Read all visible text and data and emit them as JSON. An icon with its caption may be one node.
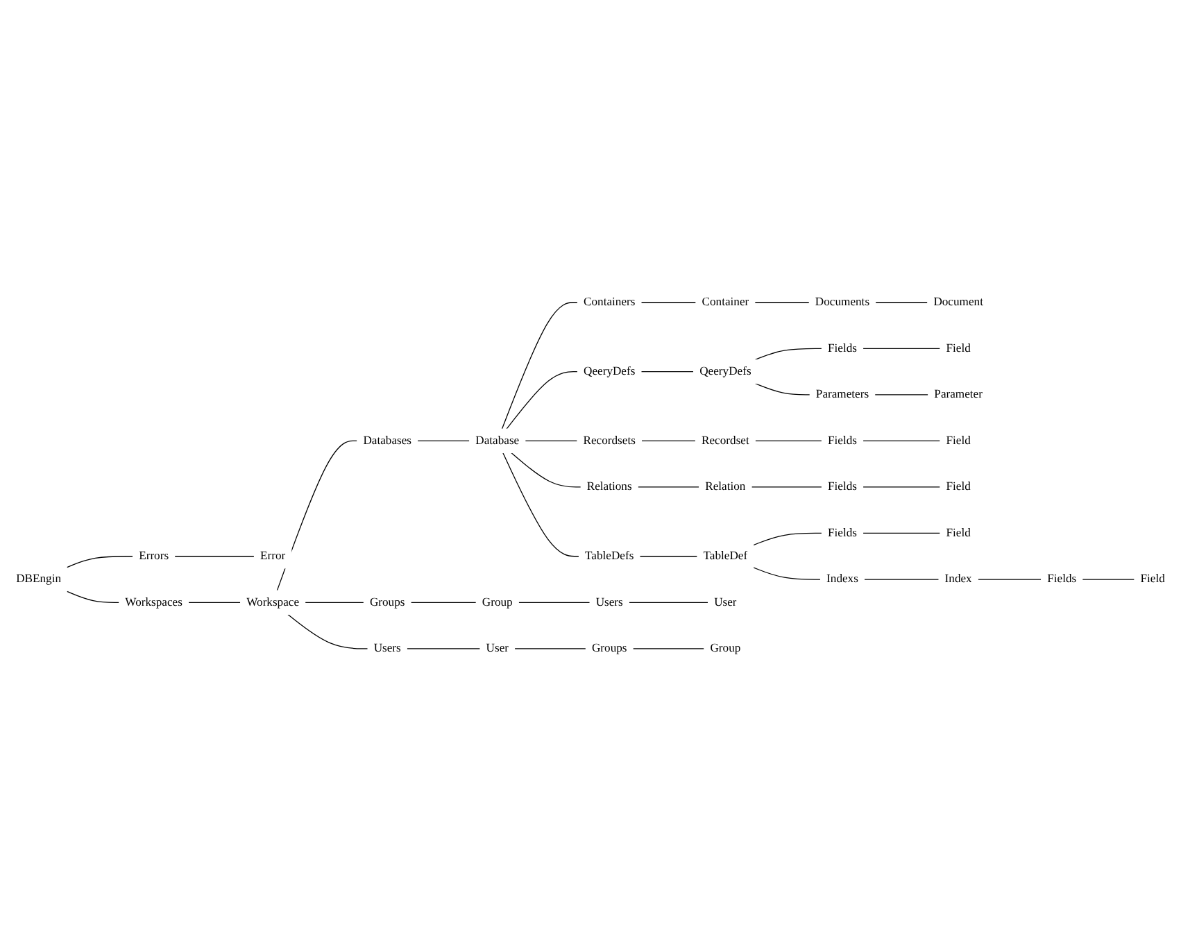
{
  "diagram": {
    "nodes": [
      {
        "text": [
          "DBEngin"
        ]
      },
      {
        "text": [
          "Errors"
        ]
      },
      {
        "text": [
          "Error"
        ]
      },
      {
        "text": [
          "Workspaces"
        ]
      },
      {
        "text": [
          "Workspace"
        ]
      },
      {
        "text": [
          "Databases"
        ]
      },
      {
        "text": [
          "Database"
        ]
      },
      {
        "text": [
          "Containers"
        ]
      },
      {
        "text": [
          "Container"
        ]
      },
      {
        "text": [
          "Documents"
        ]
      },
      {
        "text": [
          "Document"
        ]
      },
      {
        "text": [
          "QeeryDefs"
        ]
      },
      {
        "text": [
          "QeeryDefs"
        ]
      },
      {
        "text": [
          "Fields"
        ]
      },
      {
        "text": [
          "Field"
        ]
      },
      {
        "text": [
          "Parameters"
        ]
      },
      {
        "text": [
          "Parameter"
        ]
      },
      {
        "text": [
          "Recordsets"
        ]
      },
      {
        "text": [
          "Recordset"
        ]
      },
      {
        "text": [
          "Fields"
        ]
      },
      {
        "text": [
          "Field"
        ]
      },
      {
        "text": [
          "Relations"
        ]
      },
      {
        "text": [
          "Relation"
        ]
      },
      {
        "text": [
          "Fields"
        ]
      },
      {
        "text": [
          "Field"
        ]
      },
      {
        "text": [
          "TableDefs"
        ]
      },
      {
        "text": [
          "TableDef"
        ]
      },
      {
        "text": [
          "Fields"
        ]
      },
      {
        "text": [
          "Field"
        ]
      },
      {
        "text": [
          "Indexs"
        ]
      },
      {
        "text": [
          "Index"
        ]
      },
      {
        "text": [
          "Fields"
        ]
      },
      {
        "text": [
          "Field"
        ]
      },
      {
        "text": [
          "Groups"
        ]
      },
      {
        "text": [
          "Group"
        ]
      },
      {
        "text": [
          "Users"
        ]
      },
      {
        "text": [
          "User"
        ]
      },
      {
        "text": [
          "Users"
        ]
      },
      {
        "text": [
          "User"
        ]
      },
      {
        "text": [
          "Groups"
        ]
      },
      {
        "text": [
          "Group"
        ]
      }
    ],
    "edges": [
      {
        "from": 0,
        "to": 1,
        "arrow": "none"
      },
      {
        "from": 1,
        "to": 2,
        "arrow": "none"
      },
      {
        "from": 0,
        "to": 3,
        "arrow": "none"
      },
      {
        "from": 3,
        "to": 4,
        "arrow": "none"
      },
      {
        "from": 4,
        "to": 5,
        "arrow": "none"
      },
      {
        "from": 5,
        "to": 6,
        "arrow": "none"
      },
      {
        "from": 6,
        "to": 7,
        "arrow": "none"
      },
      {
        "from": 7,
        "to": 8,
        "arrow": "none"
      },
      {
        "from": 8,
        "to": 9,
        "arrow": "none"
      },
      {
        "from": 9,
        "to": 10,
        "arrow": "none"
      },
      {
        "from": 6,
        "to": 11,
        "arrow": "none"
      },
      {
        "from": 11,
        "to": 12,
        "arrow": "none"
      },
      {
        "from": 12,
        "to": 13,
        "arrow": "none"
      },
      {
        "from": 13,
        "to": 14,
        "arrow": "none"
      },
      {
        "from": 12,
        "to": 15,
        "arrow": "none"
      },
      {
        "from": 15,
        "to": 16,
        "arrow": "none"
      },
      {
        "from": 6,
        "to": 17,
        "arrow": "none"
      },
      {
        "from": 17,
        "to": 18,
        "arrow": "none"
      },
      {
        "from": 18,
        "to": 19,
        "arrow": "none"
      },
      {
        "from": 19,
        "to": 20,
        "arrow": "none"
      },
      {
        "from": 6,
        "to": 21,
        "arrow": "none"
      },
      {
        "from": 21,
        "to": 22,
        "arrow": "none"
      },
      {
        "from": 22,
        "to": 23,
        "arrow": "none"
      },
      {
        "from": 23,
        "to": 24,
        "arrow": "none"
      },
      {
        "from": 6,
        "to": 25,
        "arrow": "none"
      },
      {
        "from": 25,
        "to": 26,
        "arrow": "none"
      },
      {
        "from": 26,
        "to": 27,
        "arrow": "none"
      },
      {
        "from": 27,
        "to": 28,
        "arrow": "none"
      },
      {
        "from": 26,
        "to": 29,
        "arrow": "none"
      },
      {
        "from": 29,
        "to": 30,
        "arrow": "none"
      },
      {
        "from": 30,
        "to": 31,
        "arrow": "none"
      },
      {
        "from": 31,
        "to": 32,
        "arrow": "none"
      },
      {
        "from": 4,
        "to": 33,
        "arrow": "none"
      },
      {
        "from": 33,
        "to": 34,
        "arrow": "none"
      },
      {
        "from": 34,
        "to": 35,
        "arrow": "none"
      },
      {
        "from": 35,
        "to": 36,
        "arrow": "none"
      },
      {
        "from": 4,
        "to": 37,
        "arrow": "none"
      },
      {
        "from": 37,
        "to": 38,
        "arrow": "none"
      },
      {
        "from": 38,
        "to": 39,
        "arrow": "none"
      },
      {
        "from": 39,
        "to": 40,
        "arrow": "none"
      }
    ]
  }
}
